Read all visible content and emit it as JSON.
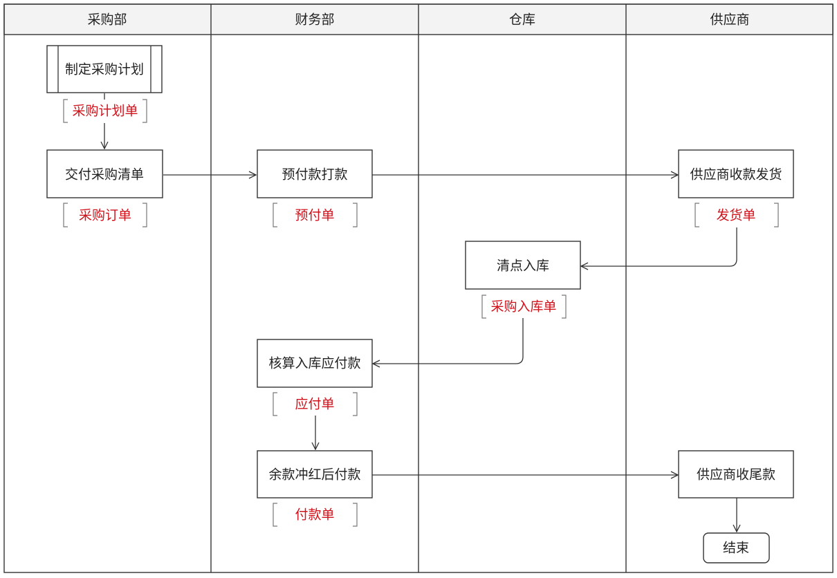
{
  "lanes": [
    "采购部",
    "财务部",
    "仓库",
    "供应商"
  ],
  "steps": {
    "make_plan": "制定采购计划",
    "deliver_list": "交付采购清单",
    "prepay": "预付款打款",
    "supplier_ship": "供应商收款发货",
    "count_stock": "清点入库",
    "calc_payable": "核算入库应付款",
    "pay_balance": "余款冲红后付款",
    "supplier_final": "供应商收尾款",
    "end": "结束"
  },
  "documents": {
    "plan_doc": "采购计划单",
    "order_doc": "采购订单",
    "prepay_doc": "预付单",
    "ship_doc": "发货单",
    "stockin_doc": "采购入库单",
    "payable_doc": "应付单",
    "payment_doc": "付款单"
  },
  "colors": {
    "document_text": "#d0121b",
    "line": "#333333",
    "header_bg": "#f3f3f3"
  }
}
